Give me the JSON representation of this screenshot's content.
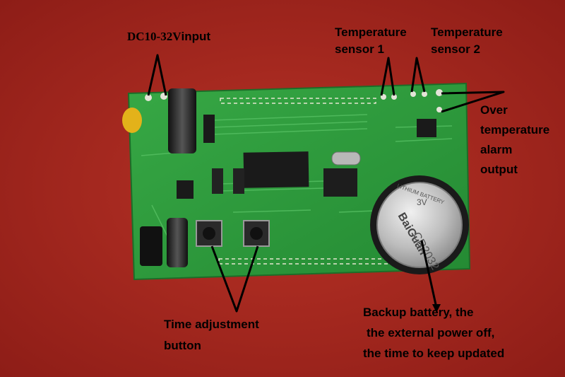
{
  "labels": {
    "dc_voltage": "DC10-32V",
    "dc_input": "input",
    "temp_sensor_1_line1": "Temperature",
    "temp_sensor_1_line2": "sensor 1",
    "temp_sensor_2_line1": "Temperature",
    "temp_sensor_2_line2": "sensor 2",
    "alarm_line1": "Over",
    "alarm_line2": "temperature",
    "alarm_line3": "alarm",
    "alarm_line4": "output",
    "time_btn_line1": "Time adjustment",
    "time_btn_line2": "button",
    "battery_line1": "Backup battery, the",
    "battery_line2": "the external power off,",
    "battery_line3": "the time to keep updated"
  },
  "battery_text": {
    "brand": "BaiGuan",
    "model": "CR2032",
    "voltage": "3V",
    "type": "LITHIUM BATTERY"
  },
  "colors": {
    "background": "#a8261e",
    "pcb": "#2f9a3c",
    "pcb_dark": "#1f7a2c",
    "battery": "#c9c9c9",
    "annotation_line": "#000000"
  }
}
